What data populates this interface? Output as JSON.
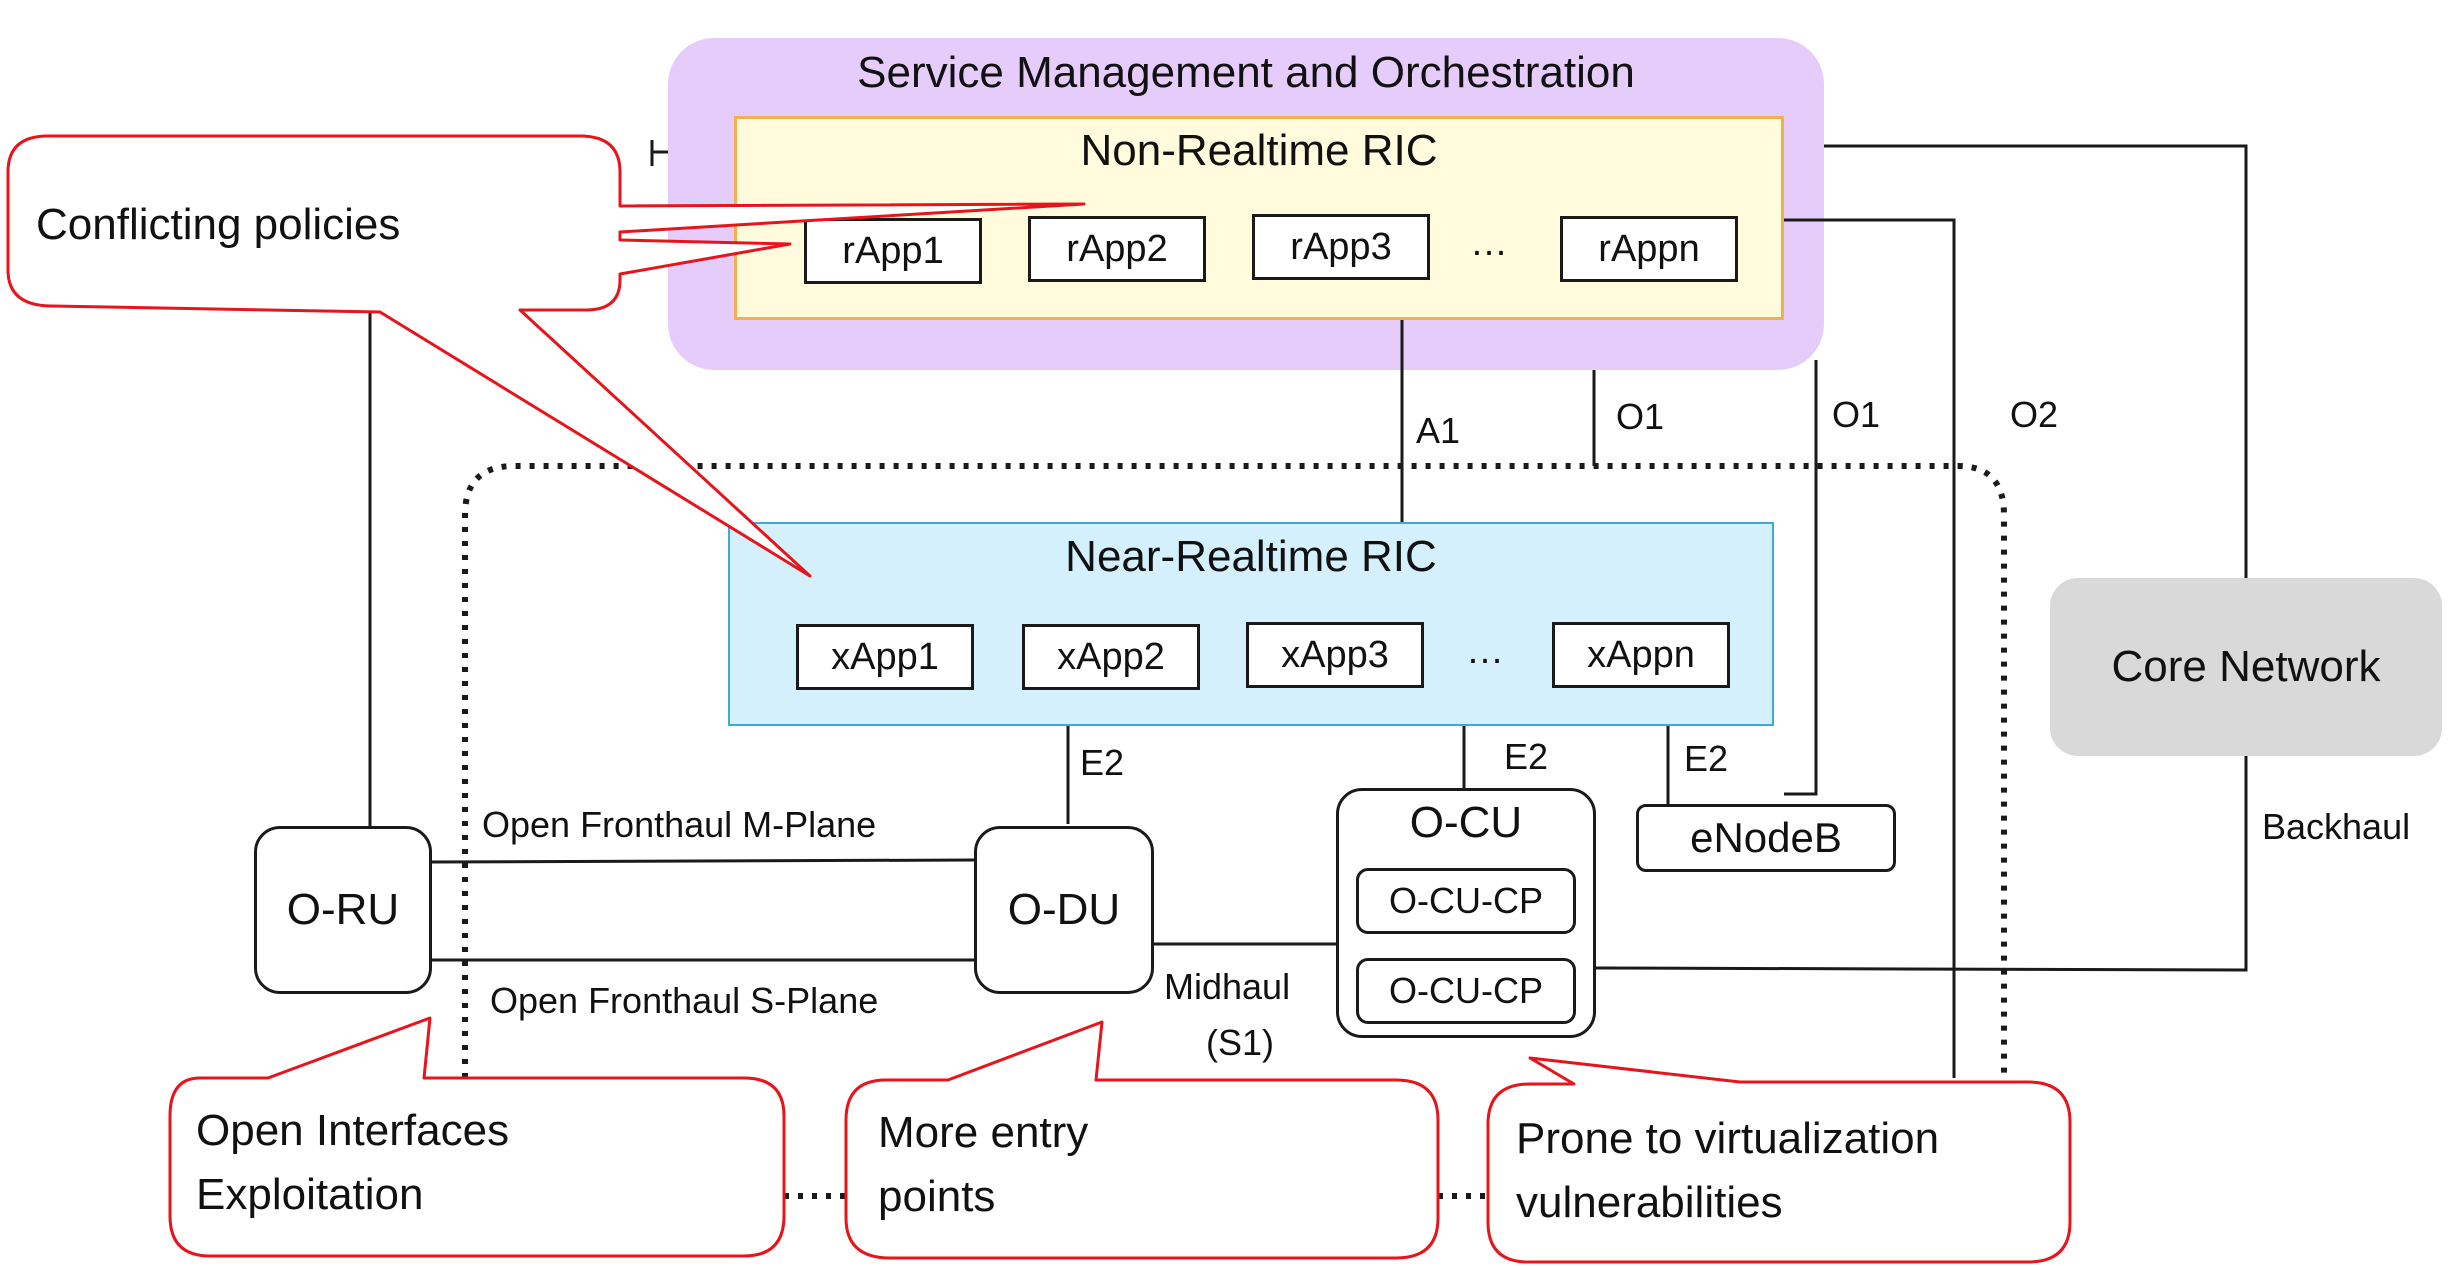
{
  "smo": {
    "title": "Service Management and Orchestration"
  },
  "non_rt_ric": {
    "title": "Non-Realtime RIC",
    "apps": [
      "rApp1",
      "rApp2",
      "rApp3",
      "…",
      "rAppn"
    ]
  },
  "near_rt_ric": {
    "title": "Near-Realtime RIC",
    "apps": [
      "xApp1",
      "xApp2",
      "xApp3",
      "…",
      "xAppn"
    ]
  },
  "nodes": {
    "o_ru": "O-RU",
    "o_du": "O-DU",
    "o_cu": "O-CU",
    "o_cu_cp_1": "O-CU-CP",
    "o_cu_cp_2": "O-CU-CP",
    "enodeb": "eNodeB",
    "core_network": "Core Network"
  },
  "interfaces": {
    "a1": "A1",
    "o1_left": "O1",
    "o1_right": "O1",
    "o2": "O2",
    "e2_du": "E2",
    "e2_cu": "E2",
    "e2_enb": "E2",
    "fronthaul_m": "Open Fronthaul M-Plane",
    "fronthaul_s": "Open Fronthaul S-Plane",
    "midhaul_1": "Midhaul",
    "midhaul_2": "(S1)",
    "backhaul": "Backhaul"
  },
  "callouts": {
    "conflicting": "Conflicting policies",
    "open_interfaces": [
      "Open Interfaces",
      "Exploitation"
    ],
    "entry_points": [
      "More entry",
      "points"
    ],
    "virtualization": [
      "Prone to virtualization",
      "vulnerabilities"
    ]
  },
  "colors": {
    "smo_fill": "#e6ccfb",
    "non_rt_fill": "#fffbdc",
    "non_rt_border": "#f4b04f",
    "near_rt_fill": "#d3f0fc",
    "near_rt_border": "#3ea9dc",
    "core_fill": "#d9d9d9",
    "callout_border": "#e8141b"
  }
}
